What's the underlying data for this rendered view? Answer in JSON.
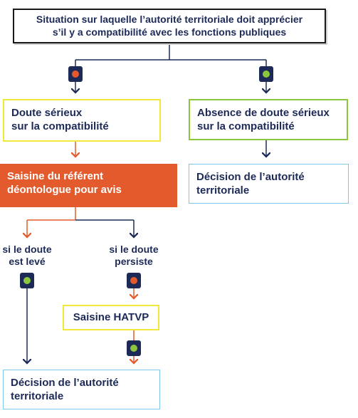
{
  "nodes": {
    "situation": {
      "line1": "Situation sur laquelle l’autorité territoriale doit apprécier",
      "line2": "s’il y a compatibilité avec les fonctions publiques"
    },
    "doute_serieux": {
      "line1": "Doute sérieux",
      "line2": "sur la compatibilité"
    },
    "absence_doute": {
      "line1": "Absence de doute sérieux",
      "line2": "sur la compatibilité"
    },
    "decision_right": {
      "line1": "Décision de l’autorité",
      "line2": "territoriale"
    },
    "saisine_referent": {
      "line1": "Saisine du référent",
      "line2": "déontologue pour avis"
    },
    "saisine_hatvp": {
      "text": "Saisine HATVP"
    },
    "decision_bottom": {
      "line1": "Décision de l’autorité",
      "line2": "territoriale"
    }
  },
  "labels": {
    "doute_leve": {
      "line1": "si le doute",
      "line2": "est levé"
    },
    "doute_persiste": {
      "line1": "si le doute",
      "line2": "persiste"
    }
  },
  "colors": {
    "navy": "#1d2a57",
    "orange": "#e35b2c",
    "green": "#8cc63f",
    "yellow": "#f0e83a",
    "blue": "#7ec6ea"
  }
}
